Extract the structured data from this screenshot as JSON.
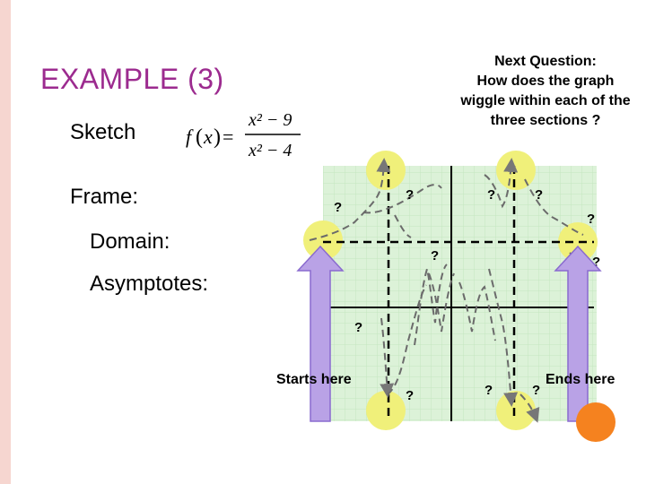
{
  "slide": {
    "title": "EXAMPLE (3)",
    "sketch_label": "Sketch",
    "frame_label": "Frame:",
    "domain_label": "Domain:",
    "asymptotes_label": "Asymptotes:",
    "question_note": "Next Question:\nHow does the graph wiggle within each of the three sections ?"
  },
  "formula": {
    "function_name": "f",
    "variable": "x",
    "numerator": "x² − 9",
    "denominator": "x² − 4"
  },
  "graph": {
    "question_marks": [
      "?",
      "?",
      "?",
      "?",
      "?",
      "?",
      "?",
      "?",
      "?",
      "?",
      "?",
      "?"
    ],
    "start_caption": "Starts here",
    "end_caption": "Ends here"
  },
  "colors": {
    "title": "#9c2b8f",
    "grid_fill": "#dcf2d8",
    "highlight_circle": "#f0f07a",
    "arrow_fill": "#b9a2e6",
    "end_dot": "#f5821f"
  }
}
